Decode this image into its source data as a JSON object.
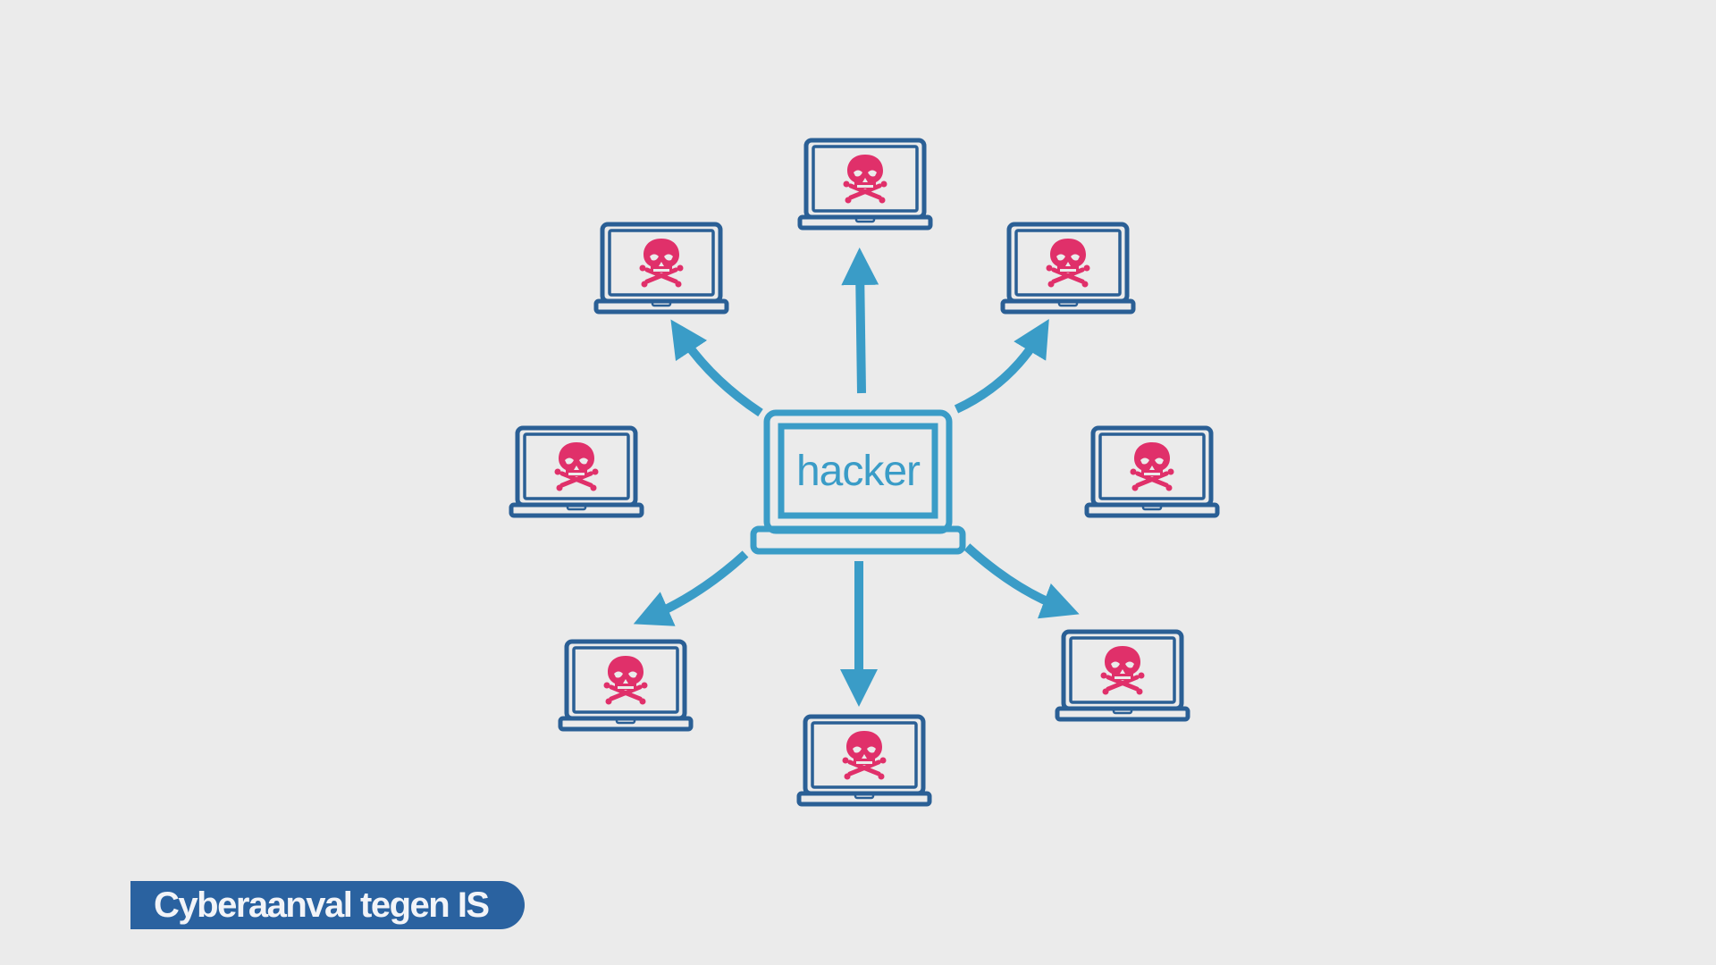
{
  "diagram": {
    "center_label": "hacker",
    "victim_count": 8,
    "victim_icon": "skull-crossbones-icon",
    "arrow_targets": [
      "top",
      "top-left",
      "top-right",
      "bottom-left",
      "bottom",
      "bottom-right"
    ]
  },
  "caption": "Cyberaanval tegen IS",
  "colors": {
    "background": "#ebebeb",
    "victim_laptop": "#2a5f95",
    "hacker_laptop": "#3a9cc7",
    "arrow": "#3a9cc7",
    "skull": "#e0306a",
    "caption_bg": "#2a62a0"
  }
}
